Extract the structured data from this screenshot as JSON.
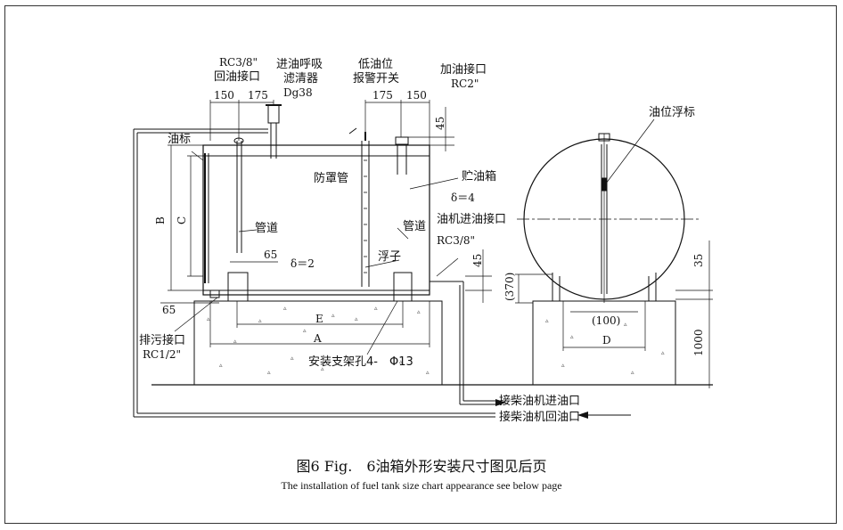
{
  "labels": {
    "rc38_return_1": "RC3/8\"",
    "rc38_return_2": "回油接口",
    "breather_1": "进油呼吸",
    "breather_2": "滤清器",
    "breather_3": "Dg38",
    "low_level_1": "低油位",
    "low_level_2": "报警开关",
    "fill_1": "加油接口",
    "fill_2": "RC2\"",
    "float_gauge": "油位浮标",
    "oil_mark": "油标",
    "shield_tube": "防罩管",
    "tank": "贮油箱",
    "thickness4": "δ＝4",
    "engine_inlet": "油机进油接口",
    "rc38_side": "RC3/8\"",
    "pipe_left": "管道",
    "pipe_right": "管道",
    "float": "浮子",
    "thickness2": "δ＝2",
    "drain_1": "排污接口",
    "drain_2": "RC1/2\"",
    "support_holes": "安装支架孔4-　Φ13",
    "diesel_in": "接柴油机进油口",
    "diesel_return": "接柴油机回油口"
  },
  "dimensions": {
    "d150_left": "150",
    "d175_left": "175",
    "d175_right": "175",
    "d150_right": "150",
    "d45_top": "45",
    "d45_side": "45",
    "d65_inner": "65",
    "d65_outer": "65",
    "B": "B",
    "C": "C",
    "E": "E",
    "A": "A",
    "D": "D",
    "d370": "(370)",
    "d100": "(100)",
    "d35": "35",
    "d1000": "1000"
  },
  "caption": {
    "title": "图6 Fig.　6油箱外形安装尺寸图见后页",
    "subtitle": "The installation of fuel tank size chart appearance see below page"
  }
}
